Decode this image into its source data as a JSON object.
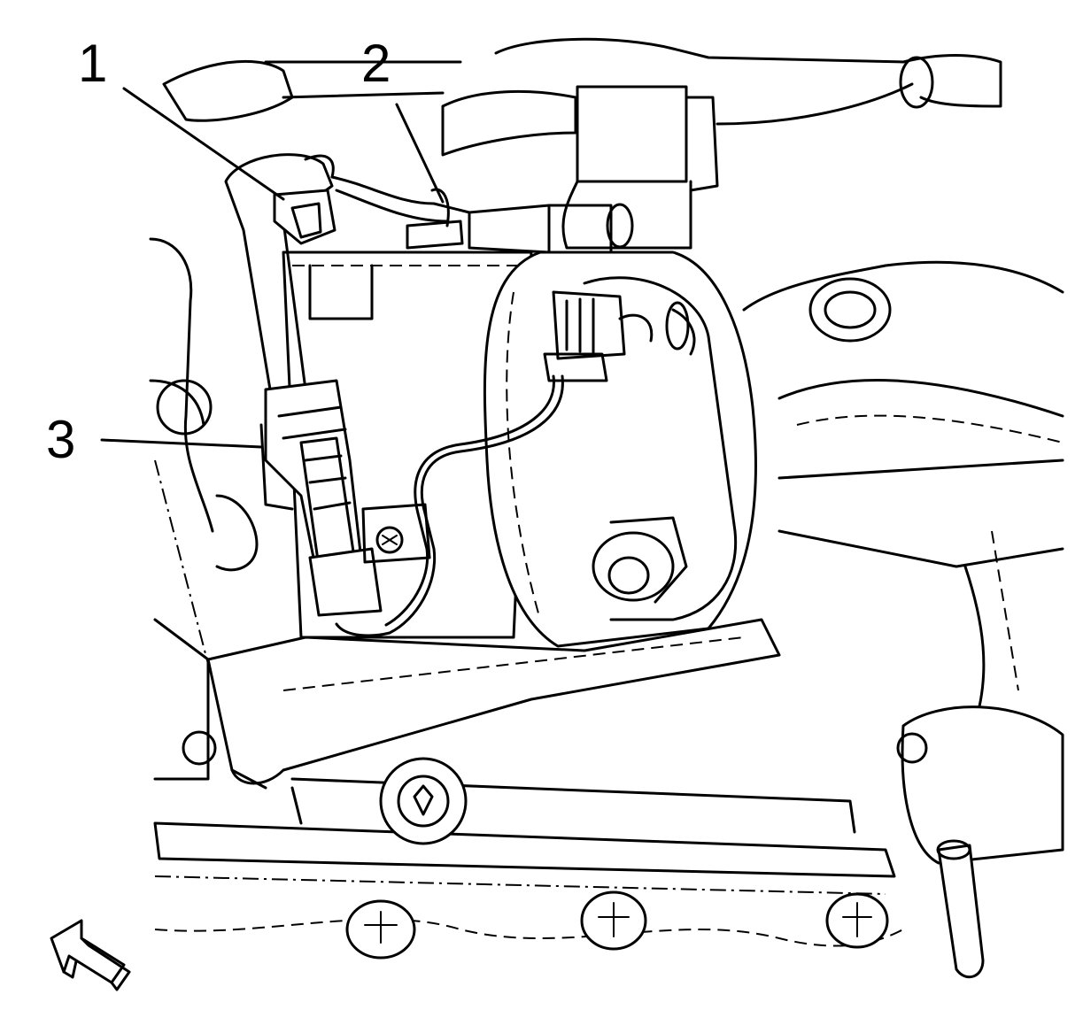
{
  "figure": {
    "callouts": [
      {
        "id": "1",
        "label": "1"
      },
      {
        "id": "2",
        "label": "2"
      },
      {
        "id": "3",
        "label": "3"
      }
    ],
    "orientation_arrow": "front-view-arrow-icon",
    "colors": {
      "line": "#000000",
      "background": "#ffffff"
    }
  }
}
